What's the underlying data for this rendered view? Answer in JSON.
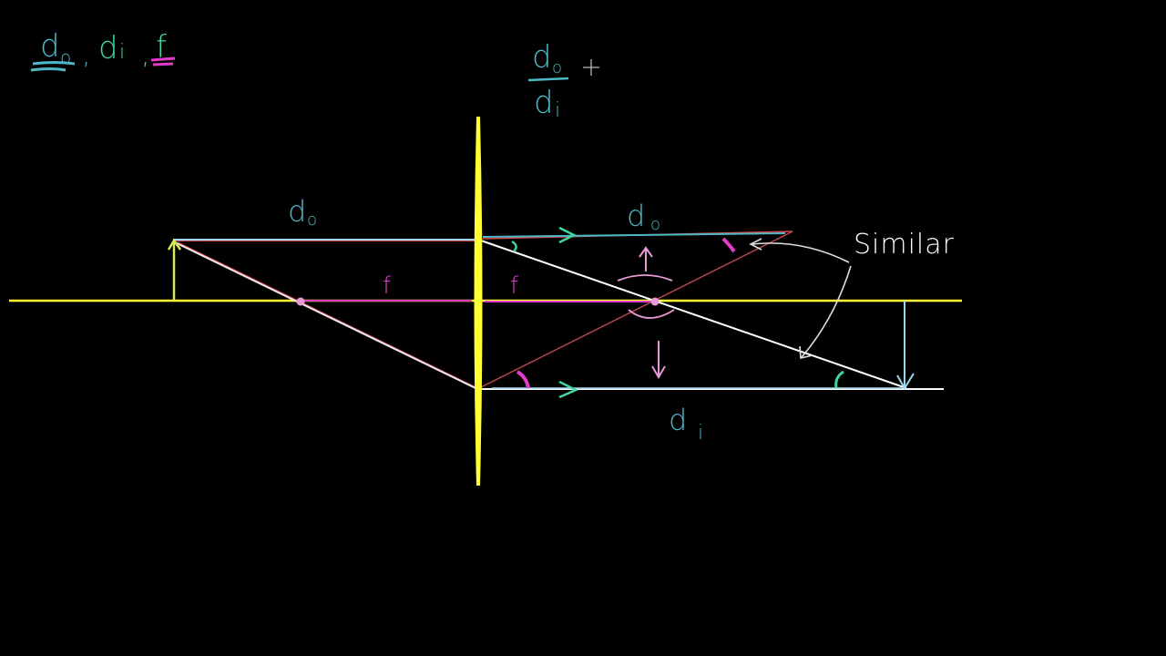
{
  "board": {
    "background_color": "#000000"
  },
  "header": {
    "d_letter": "d",
    "sub_o": "o",
    "sub_i": "i",
    "comma": ",",
    "f_letter": "f"
  },
  "fraction": {
    "numerator_letter": "d",
    "numerator_sub": "o",
    "denominator_letter": "d",
    "denominator_sub": "i"
  },
  "labels": {
    "d_o_top_letter": "d",
    "d_o_top_sub": "o",
    "d_o_right_letter": "d",
    "d_o_right_sub": "o",
    "f_left": "f",
    "f_right": "f",
    "d_i_letter": "d",
    "d_i_sub": "i",
    "similar": "Similar"
  },
  "colors": {
    "teal": "#4fb8c8",
    "green": "#3fd8a0",
    "magenta": "#e03cc8",
    "pink": "#e89ad8",
    "red": "#d84848",
    "yellow": "#ffff33",
    "yellow_green": "#d8e85a",
    "light_blue": "#9ad8f0",
    "white": "#ffffff"
  },
  "icons": {
    "cursor": "crosshair-cursor-icon"
  }
}
